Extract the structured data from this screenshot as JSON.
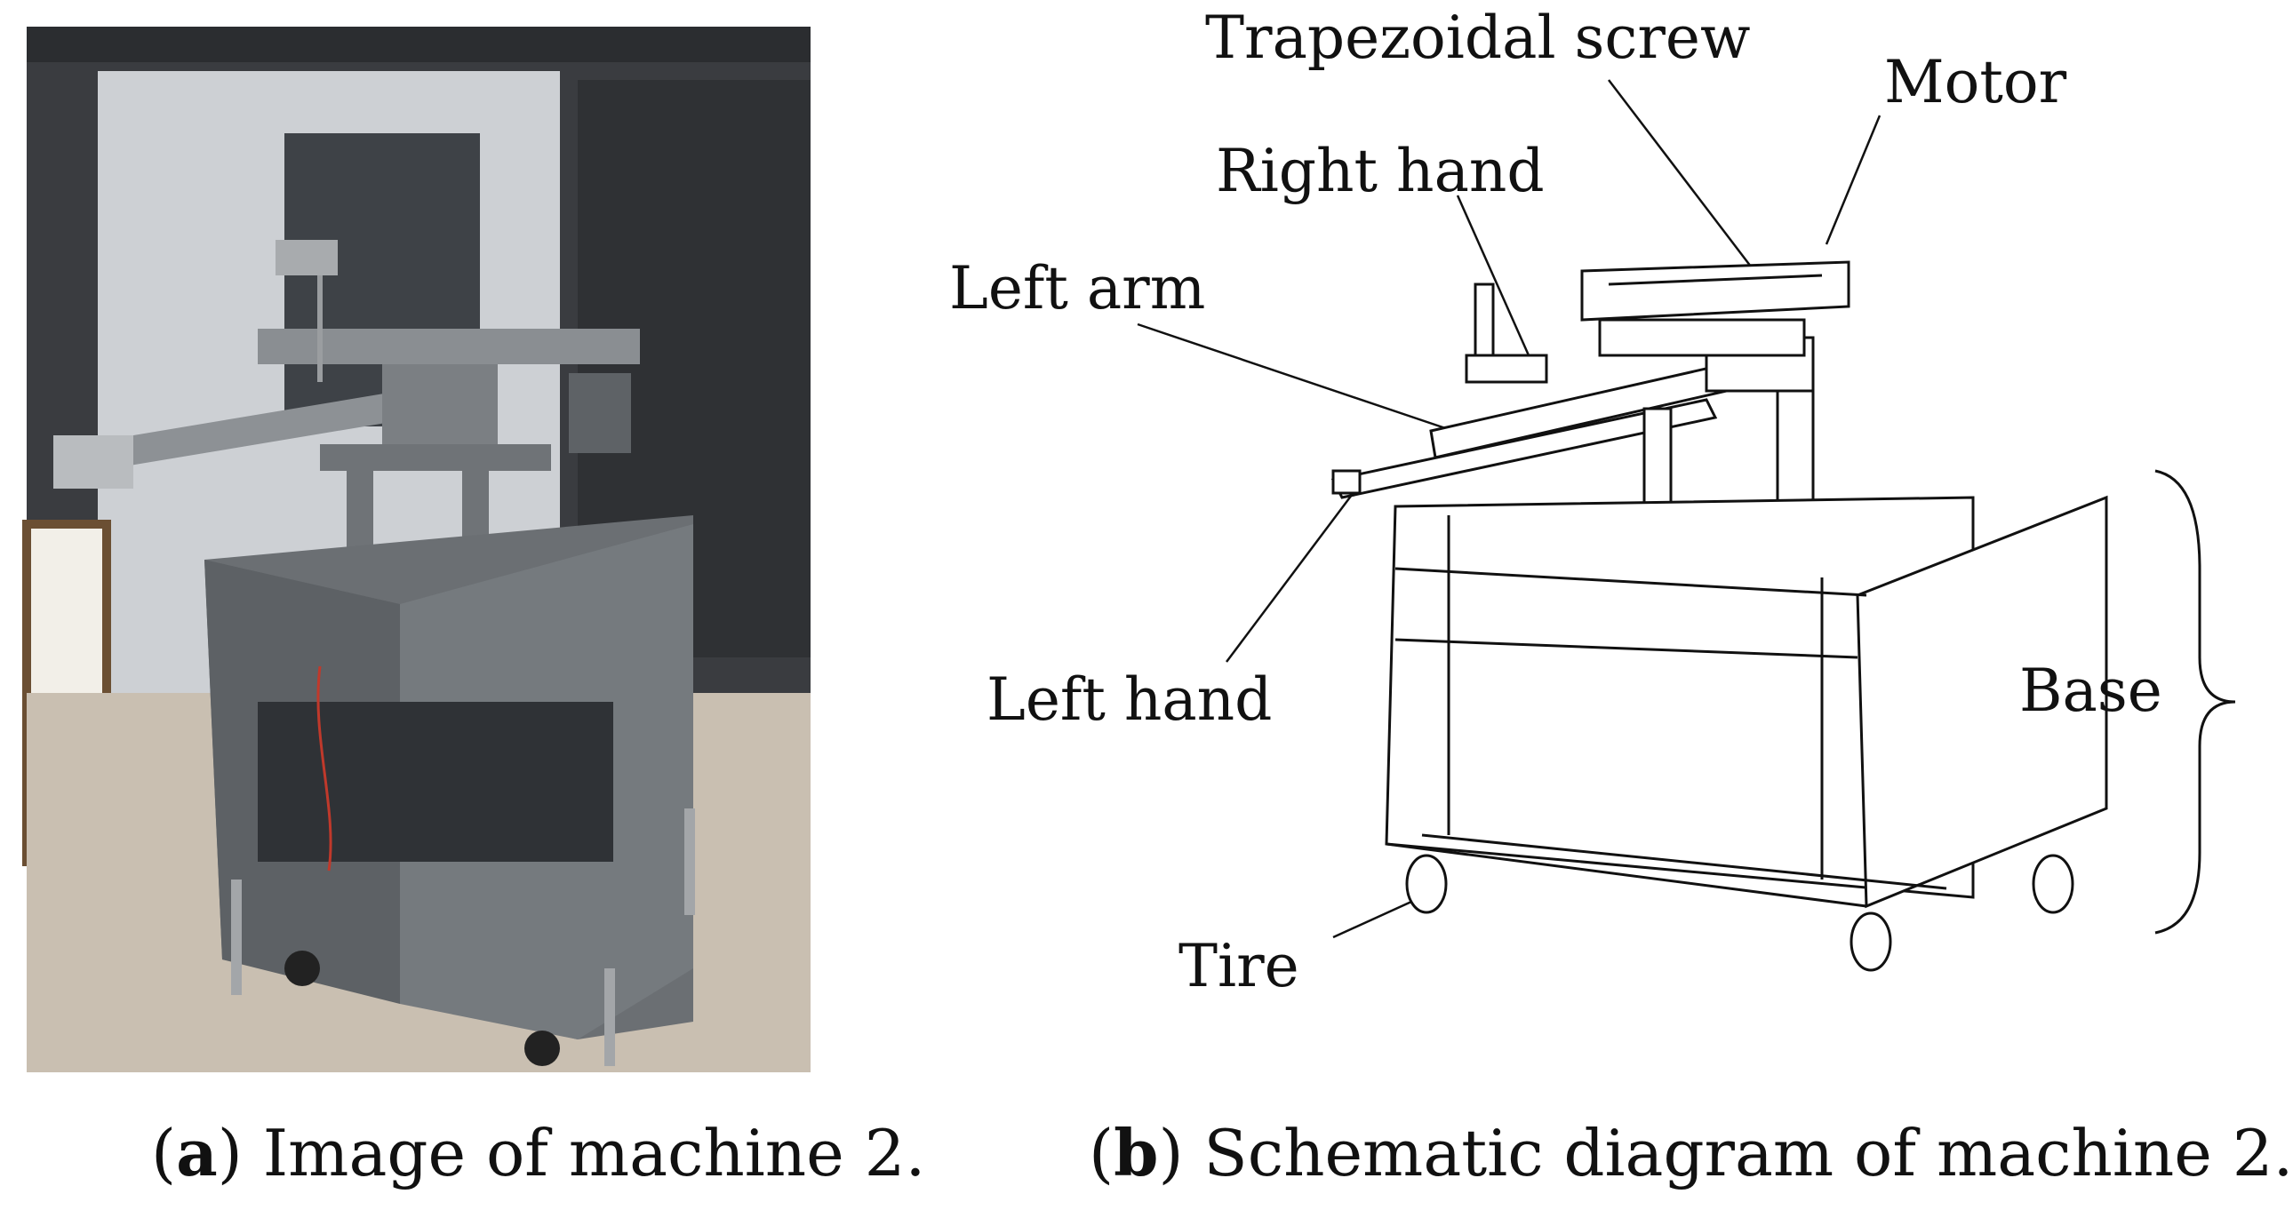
{
  "panel_a": {
    "caption_letter": "a",
    "caption_text": "Image of machine 2."
  },
  "panel_b": {
    "caption_letter": "b",
    "caption_text": "Schematic diagram of machine 2.",
    "labels": {
      "trapezoidal_screw": "Trapezoidal screw",
      "motor": "Motor",
      "right_hand": "Right hand",
      "left_arm": "Left arm",
      "left_hand": "Left hand",
      "base": "Base",
      "tire": "Tire"
    }
  },
  "colors": {
    "machine_gray": "#6b6f73",
    "wall_dark": "#2b2d30",
    "floor": "#c9bfb1",
    "line": "#111111"
  }
}
